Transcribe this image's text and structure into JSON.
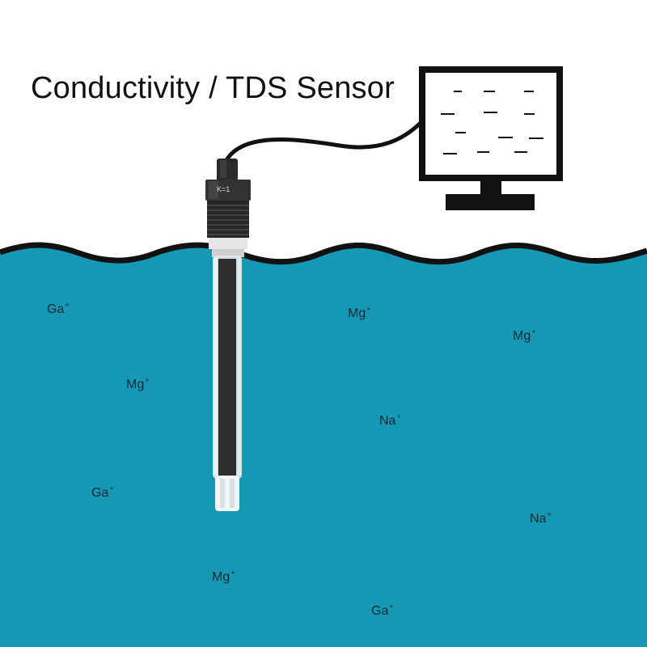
{
  "title": "Conductivity / TDS Sensor",
  "probe": {
    "label": "K=1"
  },
  "ions": [
    {
      "symbol": "Ga",
      "charge": "+"
    },
    {
      "symbol": "Mg",
      "charge": "+"
    },
    {
      "symbol": "Mg",
      "charge": "+"
    },
    {
      "symbol": "Mg",
      "charge": "+"
    },
    {
      "symbol": "Na",
      "charge": "+"
    },
    {
      "symbol": "Ga",
      "charge": "+"
    },
    {
      "symbol": "Na",
      "charge": "+"
    },
    {
      "symbol": "Mg",
      "charge": "+"
    },
    {
      "symbol": "Ga",
      "charge": "+"
    }
  ],
  "colors": {
    "water": "#1598b4",
    "outline": "#111111",
    "probe_body": "#2d2d2d",
    "glass": "#e8eef0"
  }
}
